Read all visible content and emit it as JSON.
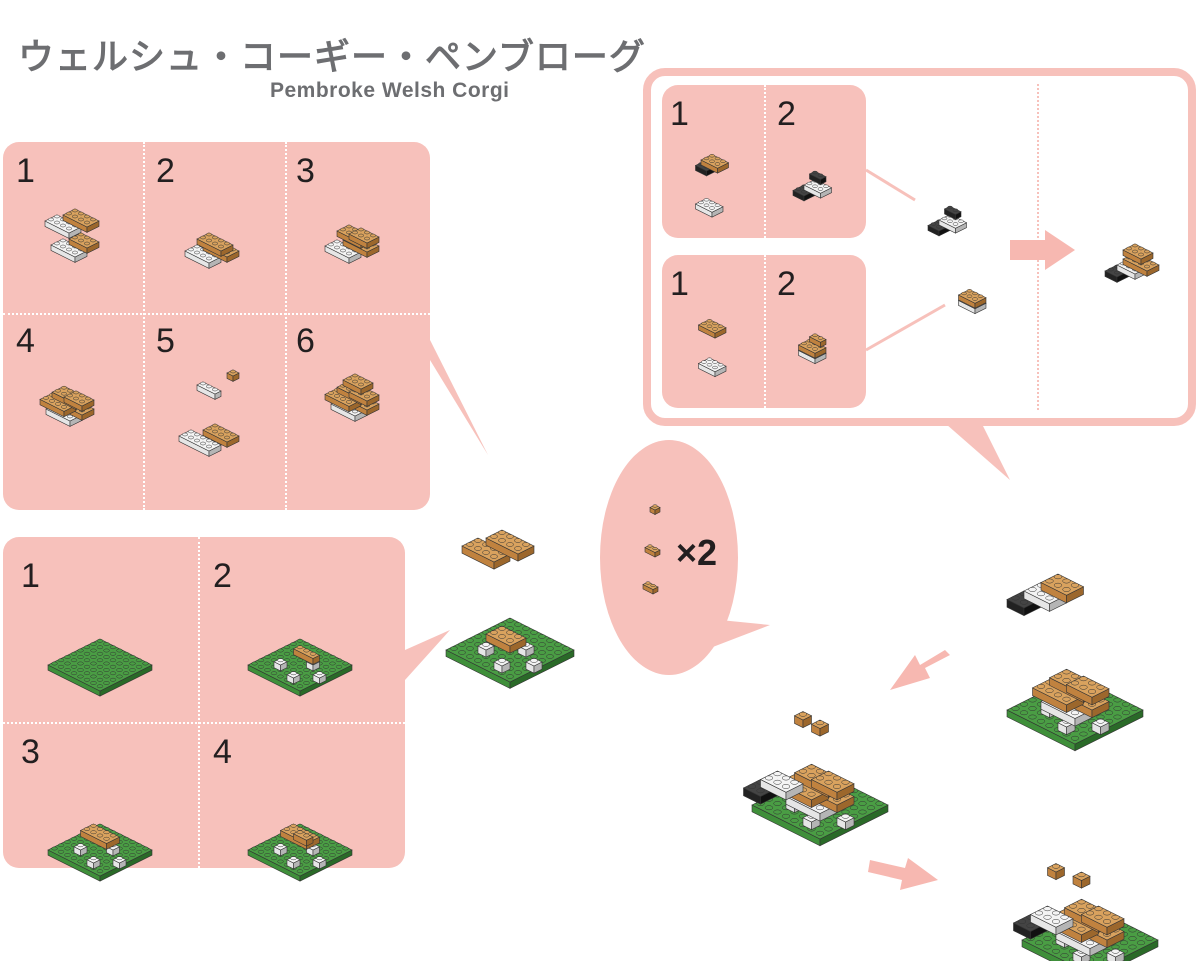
{
  "title": {
    "japanese": "ウェルシュ・コーギー・ペンブローグ",
    "english": "Pembroke Welsh Corgi"
  },
  "body_steps": [
    "1",
    "2",
    "3",
    "4",
    "5",
    "6"
  ],
  "base_steps": [
    "1",
    "2",
    "3",
    "4"
  ],
  "head_steps": {
    "row1": [
      "1",
      "2"
    ],
    "row2": [
      "1",
      "2"
    ]
  },
  "legs": {
    "multiplier": "×2"
  },
  "colors": {
    "panel": "#f7c1bb",
    "arrow": "#f7b8b1",
    "brown": "#c0823f",
    "green": "#3f8f3a",
    "white": "#e6e6e6",
    "black": "#222222",
    "arrow_line": "#e0233a"
  }
}
